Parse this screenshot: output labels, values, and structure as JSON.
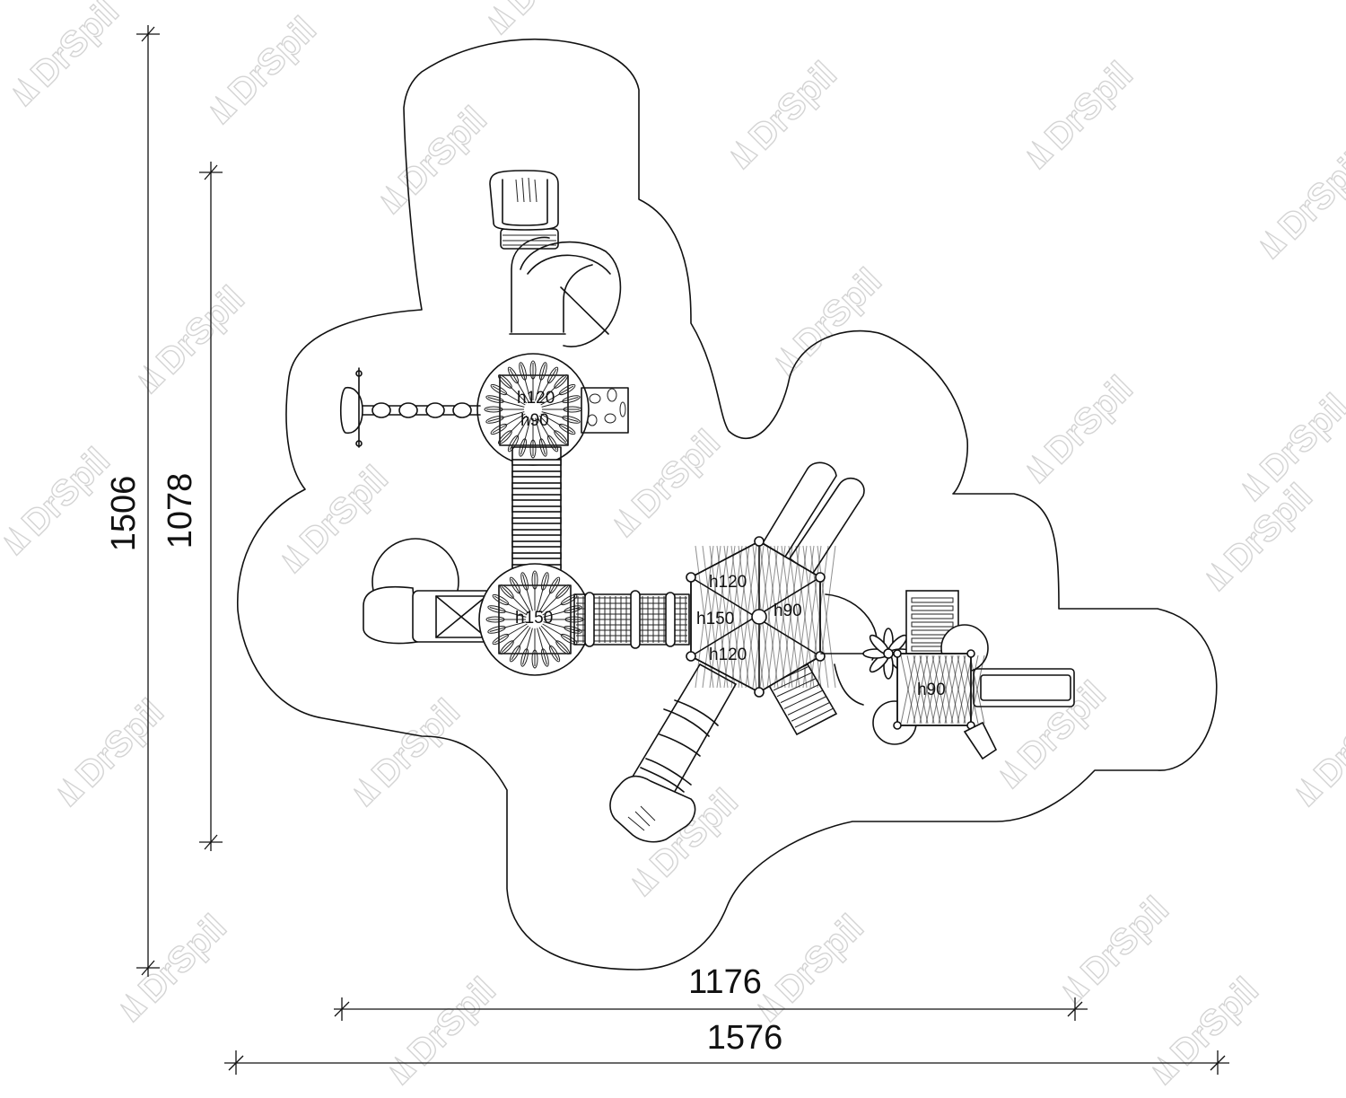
{
  "watermark": {
    "brand": "DrSpil",
    "color": "#d4d4d4"
  },
  "dimensions": {
    "outer_height": "1506",
    "inner_height": "1078",
    "inner_width": "1176",
    "outer_width": "1576"
  },
  "height_labels": {
    "tower_top_a": "h120",
    "tower_top_b": "h90",
    "tower_mid": "h150",
    "hex_top": "h120",
    "hex_center": "h150",
    "hex_right": "h90",
    "hex_bottom": "h120",
    "small_tower": "h90"
  },
  "colors": {
    "line": "#111111",
    "background": "#ffffff"
  }
}
